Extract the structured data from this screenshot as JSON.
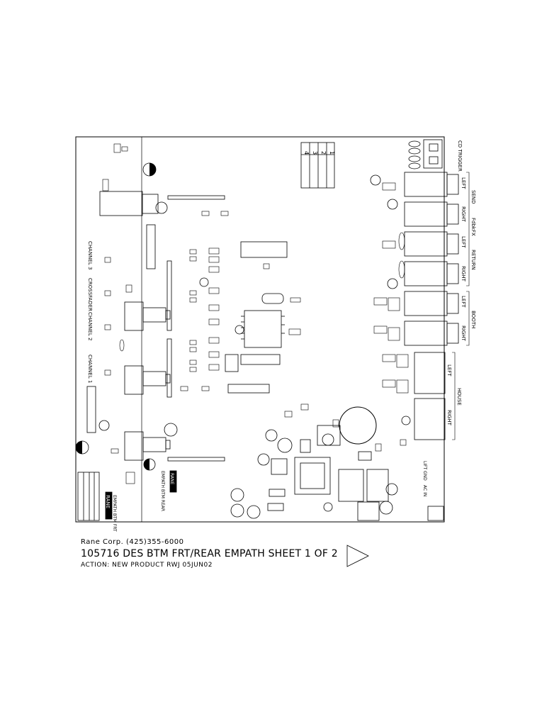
{
  "title_block": {
    "company_line": "Rane Corp.  (425)355-6000",
    "drawing_line": "105716 DES BTM FRT/REAR EMPATH SHEET 1 OF 2",
    "action_line": "ACTION: NEW PRODUCT RWJ 05JUN02"
  },
  "board_labels": {
    "cd_trigger": "CD TRIGGER",
    "send": "SEND",
    "fdbk_fx": "FdbkFX",
    "return": "RETURN",
    "booth": "BOOTH",
    "house": "HOUSE",
    "left": "LEFT",
    "right": "RIGHT",
    "channel_3": "CHANNEL 3",
    "crossfader": "CROSSFADER",
    "channel_2": "CHANNEL 2",
    "channel_1": "CHANNEL 1",
    "logo_text": "RANE",
    "board_name_bottom": "EMPATH BTM FRT",
    "board_name_rear": "EMPATH BTM REAR",
    "lift_gnd": "LIFT GND",
    "ac_in": "AC IN",
    "rev_rows": [
      "1",
      "2",
      "3",
      "4"
    ]
  },
  "colors": {
    "ink": "#000000",
    "paper": "#ffffff"
  }
}
